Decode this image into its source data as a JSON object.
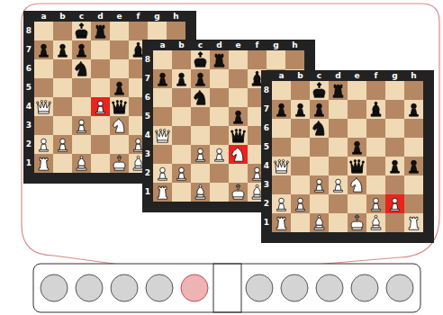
{
  "diagram": {
    "labels": [
      "a",
      "b",
      "c",
      "d",
      "e",
      "f",
      "g",
      "h",
      "8",
      "7",
      "6",
      "5",
      "4",
      "3",
      "2",
      "1",
      "a",
      "b",
      "c",
      "d",
      "e",
      "f",
      "g",
      "h",
      "8",
      "7",
      "6",
      "5",
      "4",
      "3",
      "2",
      "1",
      "a",
      "b",
      "c",
      "d",
      "e",
      "f",
      "g",
      "h",
      "8",
      "7",
      "6",
      "5",
      "4",
      "3",
      "2",
      "1"
    ]
  }
}
